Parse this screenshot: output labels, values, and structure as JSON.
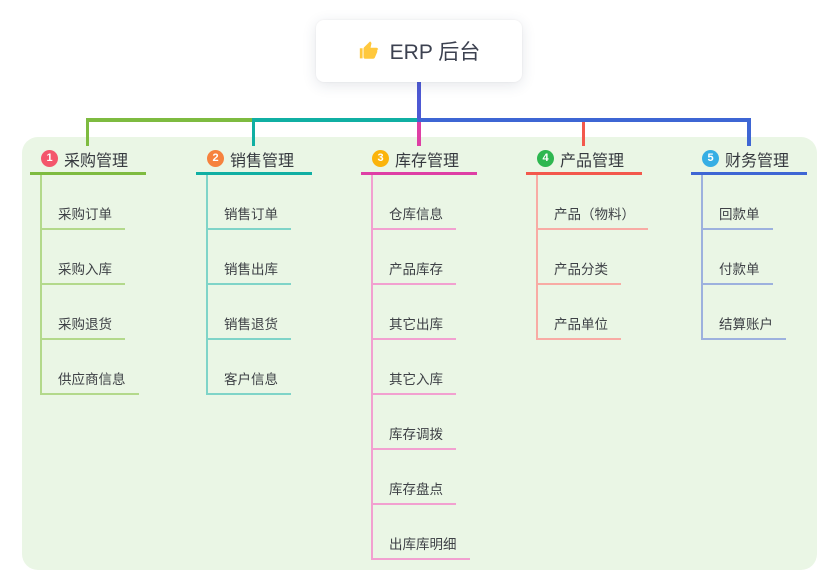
{
  "root": {
    "label": "ERP 后台",
    "icon": "thumbs-up-icon"
  },
  "colors": {
    "panel_bg": "#EAF6E5",
    "root_line": "#4E59D4",
    "title_text": "#3C4150",
    "node_text": "#3E4146",
    "thumb_yellow": "#FFC83D"
  },
  "branches": [
    {
      "index": "1",
      "label": "采购管理",
      "badge_color": "#F4566C",
      "line_color": "#7EBB40",
      "light_color": "#B3D98B",
      "children": [
        "采购订单",
        "采购入库",
        "采购退货",
        "供应商信息"
      ]
    },
    {
      "index": "2",
      "label": "销售管理",
      "badge_color": "#F6823E",
      "line_color": "#10AFA3",
      "light_color": "#7FD4C8",
      "children": [
        "销售订单",
        "销售出库",
        "销售退货",
        "客户信息"
      ]
    },
    {
      "index": "3",
      "label": "库存管理",
      "badge_color": "#FBB40B",
      "line_color": "#DE3FA5",
      "light_color": "#F2A0D0",
      "children": [
        "仓库信息",
        "产品库存",
        "其它出库",
        "其它入库",
        "库存调拨",
        "库存盘点",
        "出库库明细"
      ]
    },
    {
      "index": "4",
      "label": "产品管理",
      "badge_color": "#2EB750",
      "line_color": "#F3584C",
      "light_color": "#F8ABA4",
      "children": [
        "产品（物料）",
        "产品分类",
        "产品单位"
      ]
    },
    {
      "index": "5",
      "label": "财务管理",
      "badge_color": "#36AEE4",
      "line_color": "#3E66D4",
      "light_color": "#9DB1DE",
      "children": [
        "回款单",
        "付款单",
        "结算账户"
      ]
    }
  ]
}
